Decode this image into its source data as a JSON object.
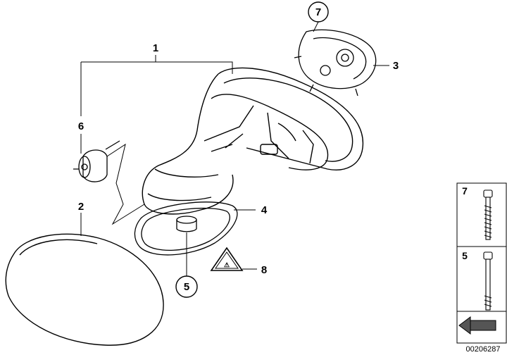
{
  "callouts": {
    "c1": "1",
    "c2": "2",
    "c3": "3",
    "c4": "4",
    "c5": "5",
    "c6": "6",
    "c7": "7",
    "c8": "8"
  },
  "legend": {
    "item_top": "7",
    "item_bottom": "5"
  },
  "document_number": "00206287",
  "warning_triangle_text": "⚠"
}
